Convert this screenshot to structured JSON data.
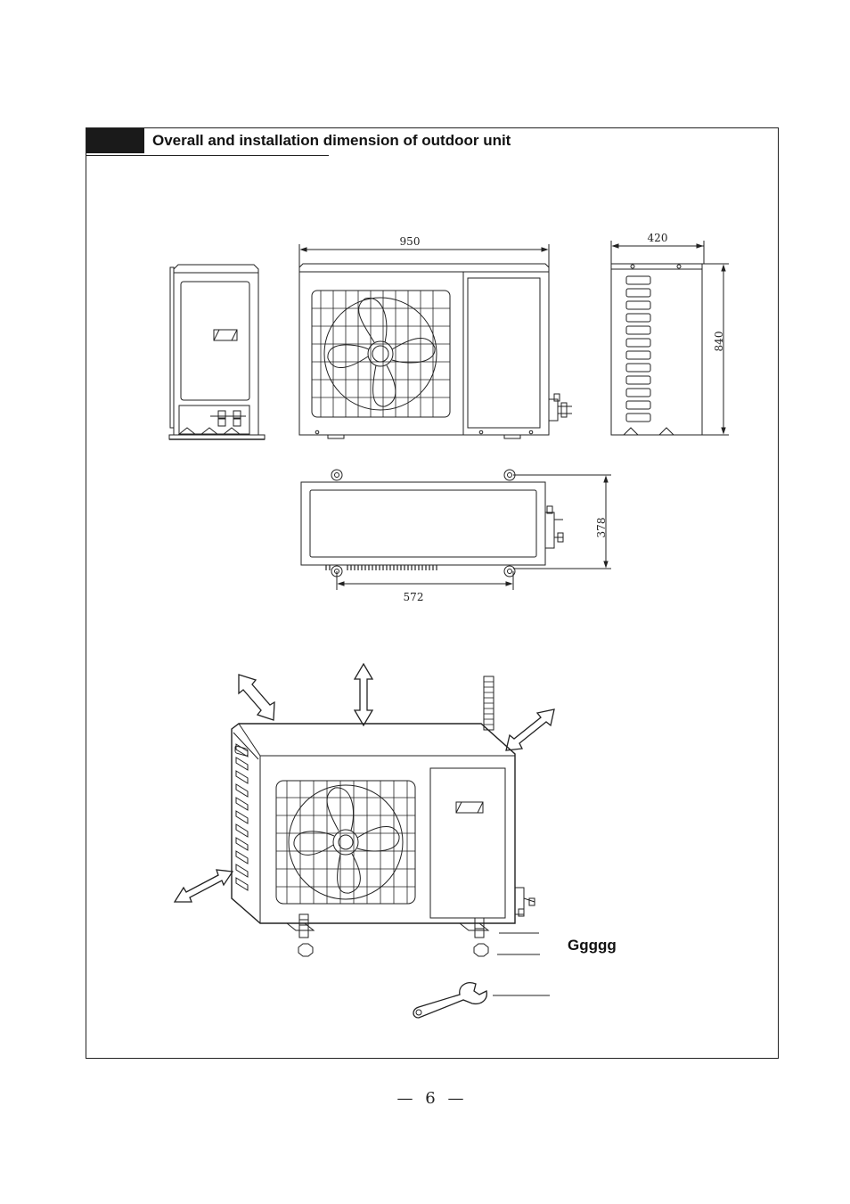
{
  "section": {
    "title": "Overall and installation dimension of outdoor unit"
  },
  "dimensions": {
    "width": "950",
    "depth": "420",
    "height": "840",
    "foot_depth": "378",
    "foot_span": "572"
  },
  "callouts": {
    "label": "Ggggg"
  },
  "footer": {
    "page_number": "6"
  }
}
